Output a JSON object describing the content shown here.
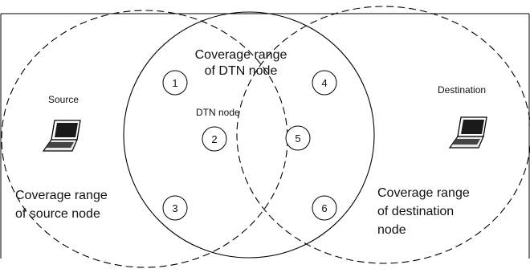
{
  "labels": {
    "dtn_range_line1": "Coverage range",
    "dtn_range_line2": "of DTN node",
    "source_label": "Source",
    "source_range_line1": "Coverage range",
    "source_range_line2": "of source node",
    "dtn_node_label": "DTN node",
    "destination_label": "Destination",
    "dest_range_line1": "Coverage range",
    "dest_range_line2": "of destination",
    "dest_range_line3": "node"
  },
  "nodes": [
    "1",
    "2",
    "3",
    "4",
    "5",
    "6"
  ],
  "icons": {
    "source": "laptop-icon",
    "destination": "laptop-icon"
  },
  "colors": {
    "stroke": "#000000",
    "background": "#ffffff"
  }
}
